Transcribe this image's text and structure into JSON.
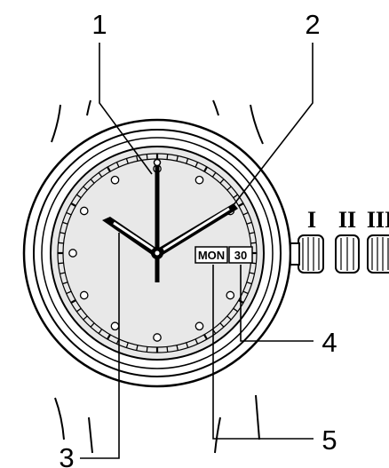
{
  "callouts": {
    "hour_hand": "1",
    "minute_hand": "2",
    "second_hand": "3",
    "date_window": "4",
    "day_window": "5"
  },
  "crown_positions": [
    "I",
    "II",
    "III"
  ],
  "day_window_text": "MON",
  "date_window_text": "30"
}
